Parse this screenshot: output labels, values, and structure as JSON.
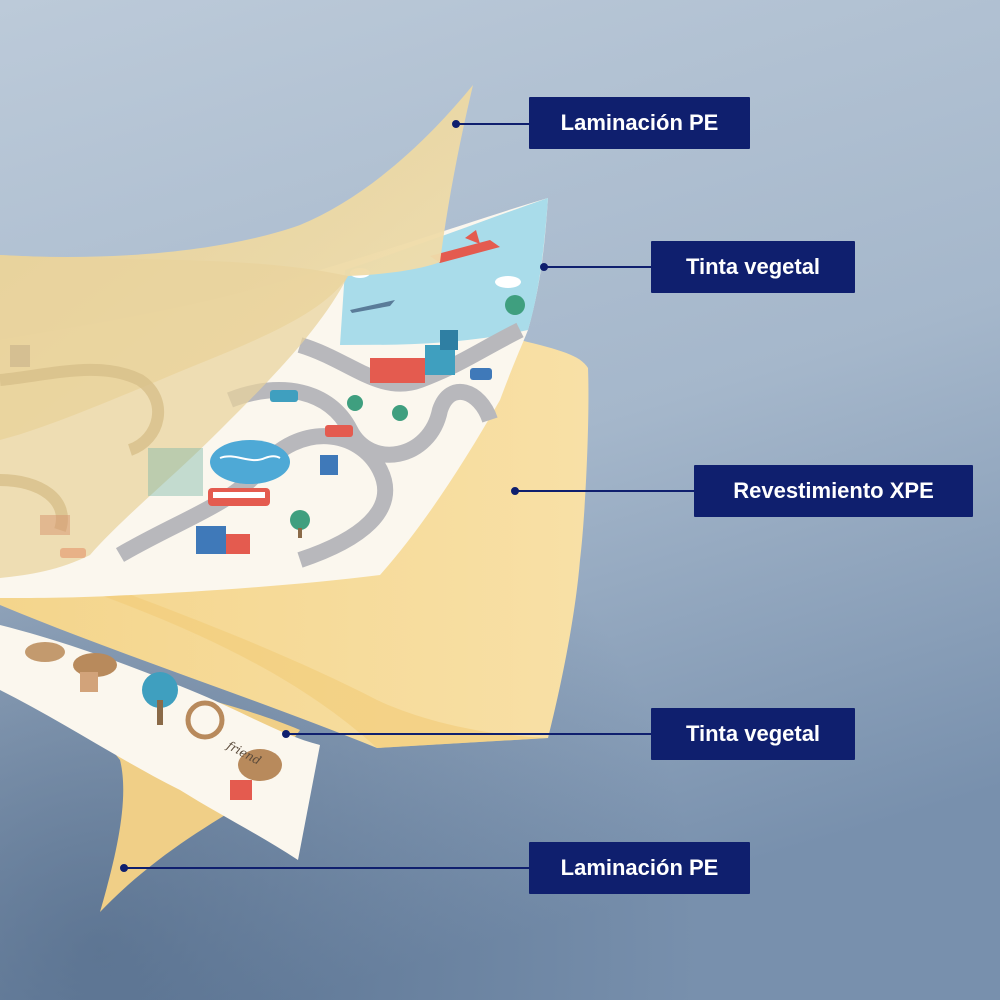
{
  "colors": {
    "background_top": "#b6c4d4",
    "background_bottom": "#6f87a5",
    "laminate": "#ead49a",
    "xpe_core": "#f6d993",
    "print_base": "#fbf7ee",
    "sky": "#a9dcea",
    "label_bg": "#0f1f6e",
    "label_text": "#ffffff",
    "leader_line": "#0f1f6e"
  },
  "labels": {
    "top_laminate": "Laminación PE",
    "top_ink": "Tinta vegetal",
    "core": "Revestimiento XPE",
    "bottom_ink": "Tinta vegetal",
    "bottom_laminate": "Laminación PE"
  },
  "illustration": {
    "print_caption": "friend"
  }
}
